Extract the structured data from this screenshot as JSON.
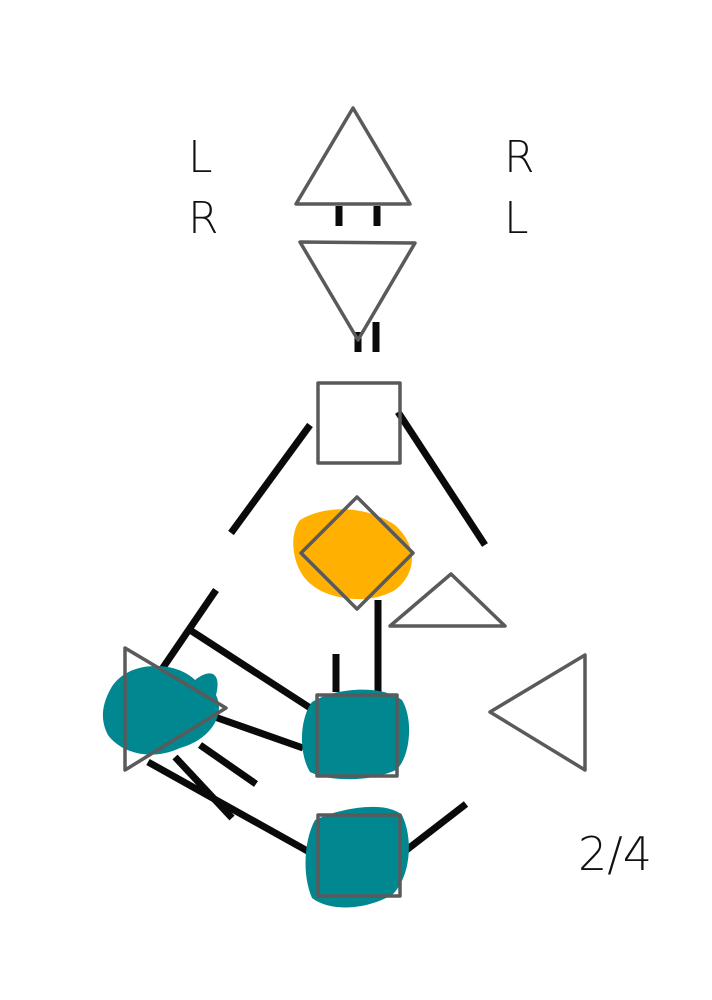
{
  "labels": {
    "left_top": "L",
    "left_bottom": "R",
    "right_top": "R",
    "right_bottom": "L"
  },
  "page_indicator": "2/4",
  "colors": {
    "defined_teal": "#00878f",
    "defined_yellow": "#ffb000",
    "outline": "#5a5a5a",
    "connector": "#0a0a0a"
  },
  "centers": [
    {
      "id": "head-center",
      "shape": "triangle-up",
      "defined": false
    },
    {
      "id": "ajna-center",
      "shape": "triangle-down",
      "defined": false
    },
    {
      "id": "throat-center",
      "shape": "square",
      "defined": false
    },
    {
      "id": "g-center",
      "shape": "diamond",
      "defined": true,
      "color": "defined_yellow"
    },
    {
      "id": "heart-center",
      "shape": "triangle-small",
      "defined": false
    },
    {
      "id": "spleen-center",
      "shape": "triangle-right",
      "defined": true,
      "color": "defined_teal"
    },
    {
      "id": "sacral-center",
      "shape": "square",
      "defined": true,
      "color": "defined_teal"
    },
    {
      "id": "solar-plexus-center",
      "shape": "triangle-left",
      "defined": false
    },
    {
      "id": "root-center",
      "shape": "square",
      "defined": true,
      "color": "defined_teal"
    }
  ]
}
